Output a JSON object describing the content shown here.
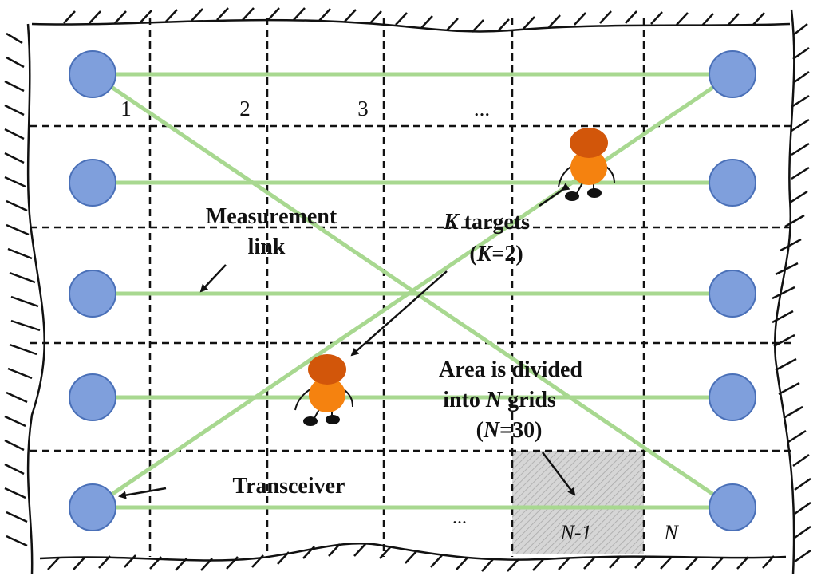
{
  "grid": {
    "col_labels": [
      "1",
      "2",
      "3",
      "..."
    ],
    "bottom_labels": {
      "dots": "...",
      "n_minus_1": "N-1",
      "n": "N"
    }
  },
  "labels": {
    "measurement_line1": "Measurement",
    "measurement_line2": "link",
    "targets_k": "K",
    "targets_word": " targets",
    "targets_open": "(",
    "targets_k2": "K",
    "targets_eq": "=2)",
    "area_line1": "Area is divided",
    "area_into": "into ",
    "area_n": "N",
    "area_grids": " grids",
    "area_open": "(",
    "area_n2": "N",
    "area_eq": "=30)",
    "transceiver": "Transceiver"
  },
  "colors": {
    "link": "#a8d890",
    "node_fill": "#7f9fdc",
    "node_stroke": "#4a70b8",
    "target_head": "#d2560a",
    "target_body": "#f5820f",
    "shaded_cell": "#cfcfcf"
  },
  "icons": {
    "node": "transceiver-circle",
    "target": "person-icon",
    "boundary": "hatched-wall"
  }
}
